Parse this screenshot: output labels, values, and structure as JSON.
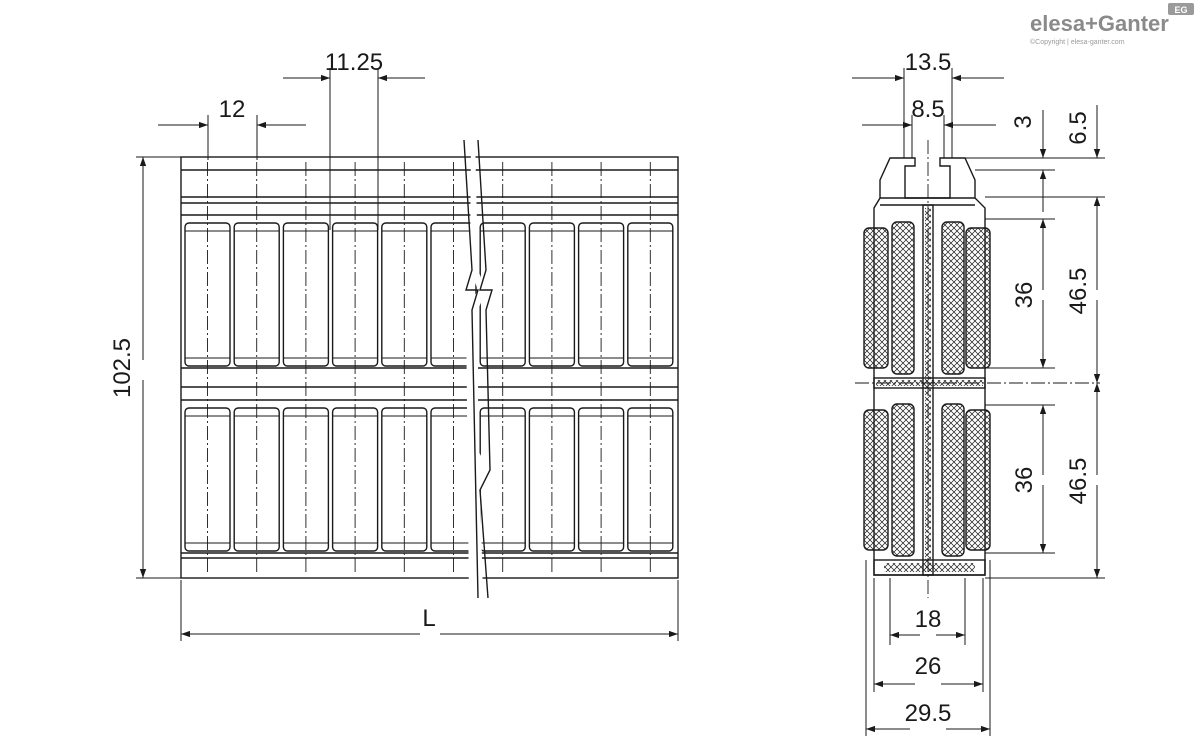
{
  "logo": {
    "brand": "elesa+Ganter",
    "badge": "EG",
    "copyright": "©Copyright | elesa-ganter.com"
  },
  "front_view": {
    "dims": {
      "pitch": "12",
      "roller_dia": "11.25",
      "height": "102.5",
      "length": "L"
    },
    "roller_rows": 2,
    "rollers_per_row": 10
  },
  "side_view": {
    "dims": {
      "top_width": "13.5",
      "slot_width": "8.5",
      "slot_depth": "3",
      "head_height": "6.5",
      "roller_len_upper": "36",
      "section_upper": "46.5",
      "roller_len_lower": "36",
      "section_lower": "46.5",
      "base_inner": "18",
      "base_mid": "26",
      "overall_width": "29.5"
    }
  }
}
